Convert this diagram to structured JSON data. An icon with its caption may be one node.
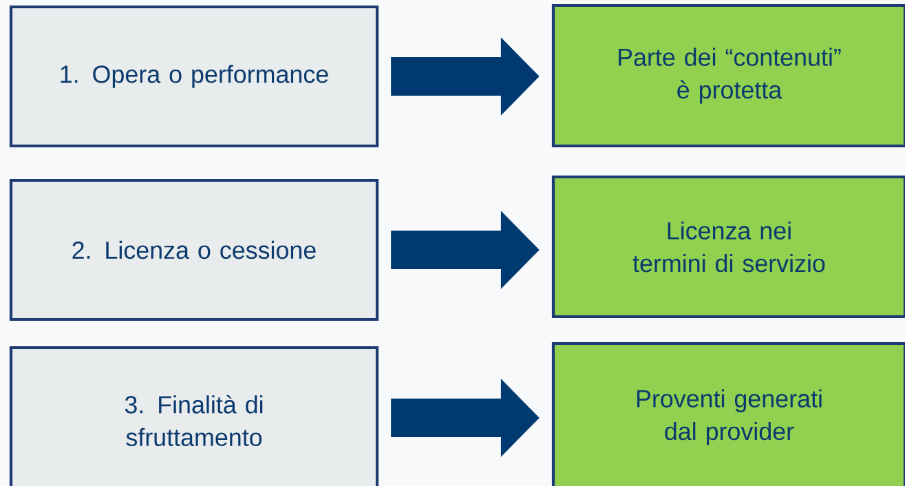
{
  "diagram": {
    "nodes": [
      {
        "text": [
          "1. Opera o performance"
        ]
      },
      {
        "text": [
          "Parte dei “contenuti” è protetta"
        ]
      },
      {
        "text": [
          "2. Licenza o cessione"
        ]
      },
      {
        "text": [
          "Licenza nei termini di servizio"
        ]
      },
      {
        "text": [
          "3. Finalità di sfruttamento"
        ]
      },
      {
        "text": [
          "Proventi generati dal provider"
        ]
      }
    ],
    "edges": [
      {
        "from": 0,
        "to": 1,
        "arrow": "to"
      },
      {
        "from": 2,
        "to": 3,
        "arrow": "to"
      },
      {
        "from": 4,
        "to": 5,
        "arrow": "to"
      }
    ]
  }
}
